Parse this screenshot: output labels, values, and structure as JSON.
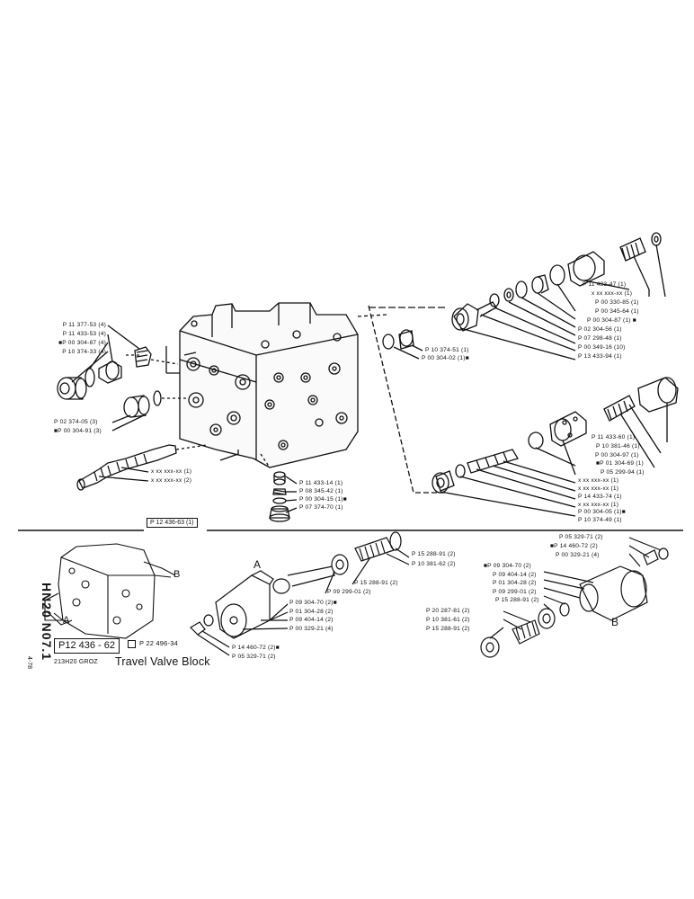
{
  "labels_left": [
    "P 11 377-53 (4)",
    "P 11 433-53 (4)",
    "■P 00 304-87 (4)",
    "P 10 374-33 (4)"
  ],
  "labels_left2": [
    "P 02 374-05 (3)",
    "■P 00 304-91 (3)"
  ],
  "labels_spool": [
    "x xx xxx-xx (1)",
    "x xx xxx-xx (2)"
  ],
  "labels_bottom_center": [
    "P 11 433-14 (1)",
    "P 08 345-42 (1)",
    "P 00 304-15 (1)■",
    "P 07 374-70 (1)"
  ],
  "labels_plug": [
    "P 10 374-51 (1)",
    "P 00 304-02 (1)■"
  ],
  "labels_upper_right": [
    "P 11 433-47 (1)",
    "x xx xxx-xx (1)",
    "P 00 330-85 (1)",
    "P 00 345-64 (1)",
    "P 00 304-87 (1) ■",
    "P 02 304-56 (1)",
    "P 07 298-48 (1)",
    "P 00 349-16 (10)",
    "P 13 433-94 (1)"
  ],
  "labels_mid_right": [
    "P 11 433-60 (1)",
    "P 10 381-46 (1)",
    "P 00 304-97 (1)",
    "■P 01 304-69 (1)",
    "P 05 299-94 (1)",
    "x xx xxx-xx (1)",
    "x xx xxx-xx (1)",
    "P 14 433-74 (1)",
    "x xx xxx-xx (1)",
    "P 00 304-05 (1)■",
    "P 10 374-49 (1)"
  ],
  "ref_main": "P 12 436-63 (1)",
  "assembly_a_labels": [
    "P 15 288-91 (2)",
    "P 10 381-62 (2)",
    "P 15 288-91 (2)",
    "P 09 299-01 (2)",
    "P 09 304-70 (2)■",
    "P 01 304-28 (2)",
    "P 09 404-14 (2)",
    "P 00 329-21 (4)",
    "P 14 460-72 (2)■",
    "P 05 329-71 (2)"
  ],
  "assembly_b_labels_top": [
    "P 05 329-71 (2)",
    "■P 14 460-72 (2)",
    "P 00 329-21 (4)"
  ],
  "assembly_b_labels_left": [
    "■P 09 304-70 (2)",
    "P 09 404-14 (2)",
    "P 01 304-28 (2)",
    "P 09 299-01 (2)",
    "P 15 288-91 (2)"
  ],
  "assembly_b_labels_lower": [
    "P 20 287-81 (2)",
    "P 10 381-61 (2)",
    "P 15 288-91 (2)"
  ],
  "marker_a": "A",
  "marker_b": "B",
  "marker_a_small": "A",
  "marker_b_small": "B",
  "part_number": "P12 436 - 62",
  "alt_part": "P 22 496-34",
  "model_code": "213H20  GROZ",
  "title": "Travel Valve Block",
  "side_code": "HN20 N07.1",
  "side_date": "4-78"
}
